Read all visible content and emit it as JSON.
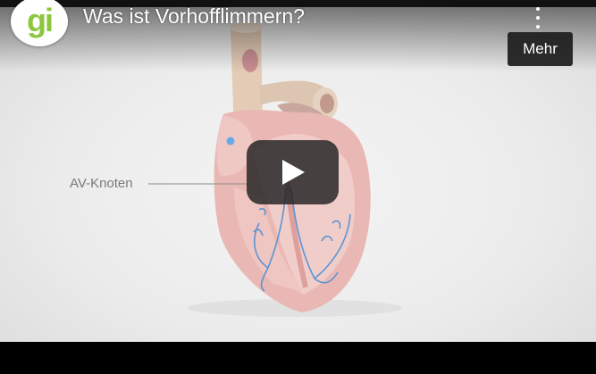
{
  "player": {
    "channel_logo_text": "gi",
    "title": "Was ist Vorhofflimmern?",
    "more_tooltip": "Mehr",
    "menu_icon": "more-vert-icon",
    "play_icon": "play-icon"
  },
  "video_frame": {
    "annotation_label": "AV-Knoten"
  },
  "colors": {
    "logo_green": "#8dc63f",
    "heart_tissue": "#e9b7b3",
    "conduction_blue": "#4a8fd8",
    "vessel": "#d9c3b0"
  }
}
